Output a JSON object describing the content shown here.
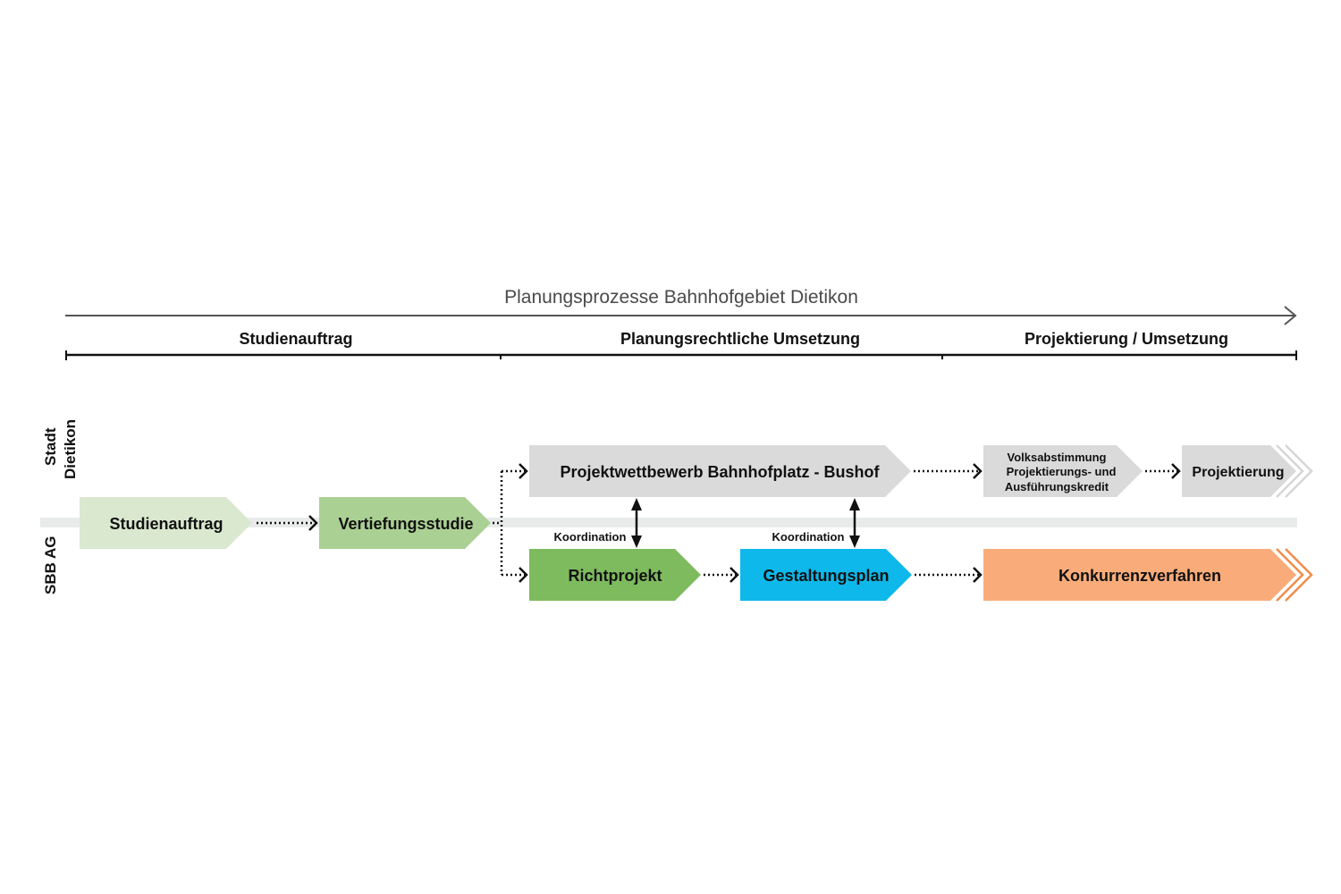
{
  "title": "Planungsprozesse Bahnhofgebiet Dietikon",
  "phases": [
    {
      "label": "Studienauftrag"
    },
    {
      "label": "Planungsrechtliche Umsetzung"
    },
    {
      "label": "Projektierung / Umsetzung"
    }
  ],
  "lanes": {
    "top_line1": "Stadt",
    "top_line2": "Dietikon",
    "bottom": "SBB AG"
  },
  "steps": {
    "studienauftrag": {
      "label": "Studienauftrag",
      "color": "#dae8cf"
    },
    "vertiefungsstudie": {
      "label": "Vertiefungsstudie",
      "color": "#abd093"
    },
    "projektwettbewerb": {
      "label": "Projektwettbewerb Bahnhofplatz - Bushof",
      "color": "#dadada"
    },
    "volksabstimmung": {
      "line1": "Volksabstimmung",
      "line2": "Projektierungs- und",
      "line3": "Ausführungskredit",
      "color": "#dadada"
    },
    "projektierung": {
      "label": "Projektierung",
      "color": "#dadada"
    },
    "richtprojekt": {
      "label": "Richtprojekt",
      "color": "#7ebb5f"
    },
    "gestaltungsplan": {
      "label": "Gestaltungsplan",
      "color": "#0eb8ea"
    },
    "konkurrenzverfahren": {
      "label": "Konkurrenzverfahren",
      "color": "#f9ac7a"
    }
  },
  "coordination": [
    {
      "label": "Koordination"
    },
    {
      "label": "Koordination"
    }
  ],
  "colors": {
    "lane_band": "#e8ebea",
    "continuation_gray": "#d6d6d6",
    "continuation_orange": "#f28c4a"
  }
}
